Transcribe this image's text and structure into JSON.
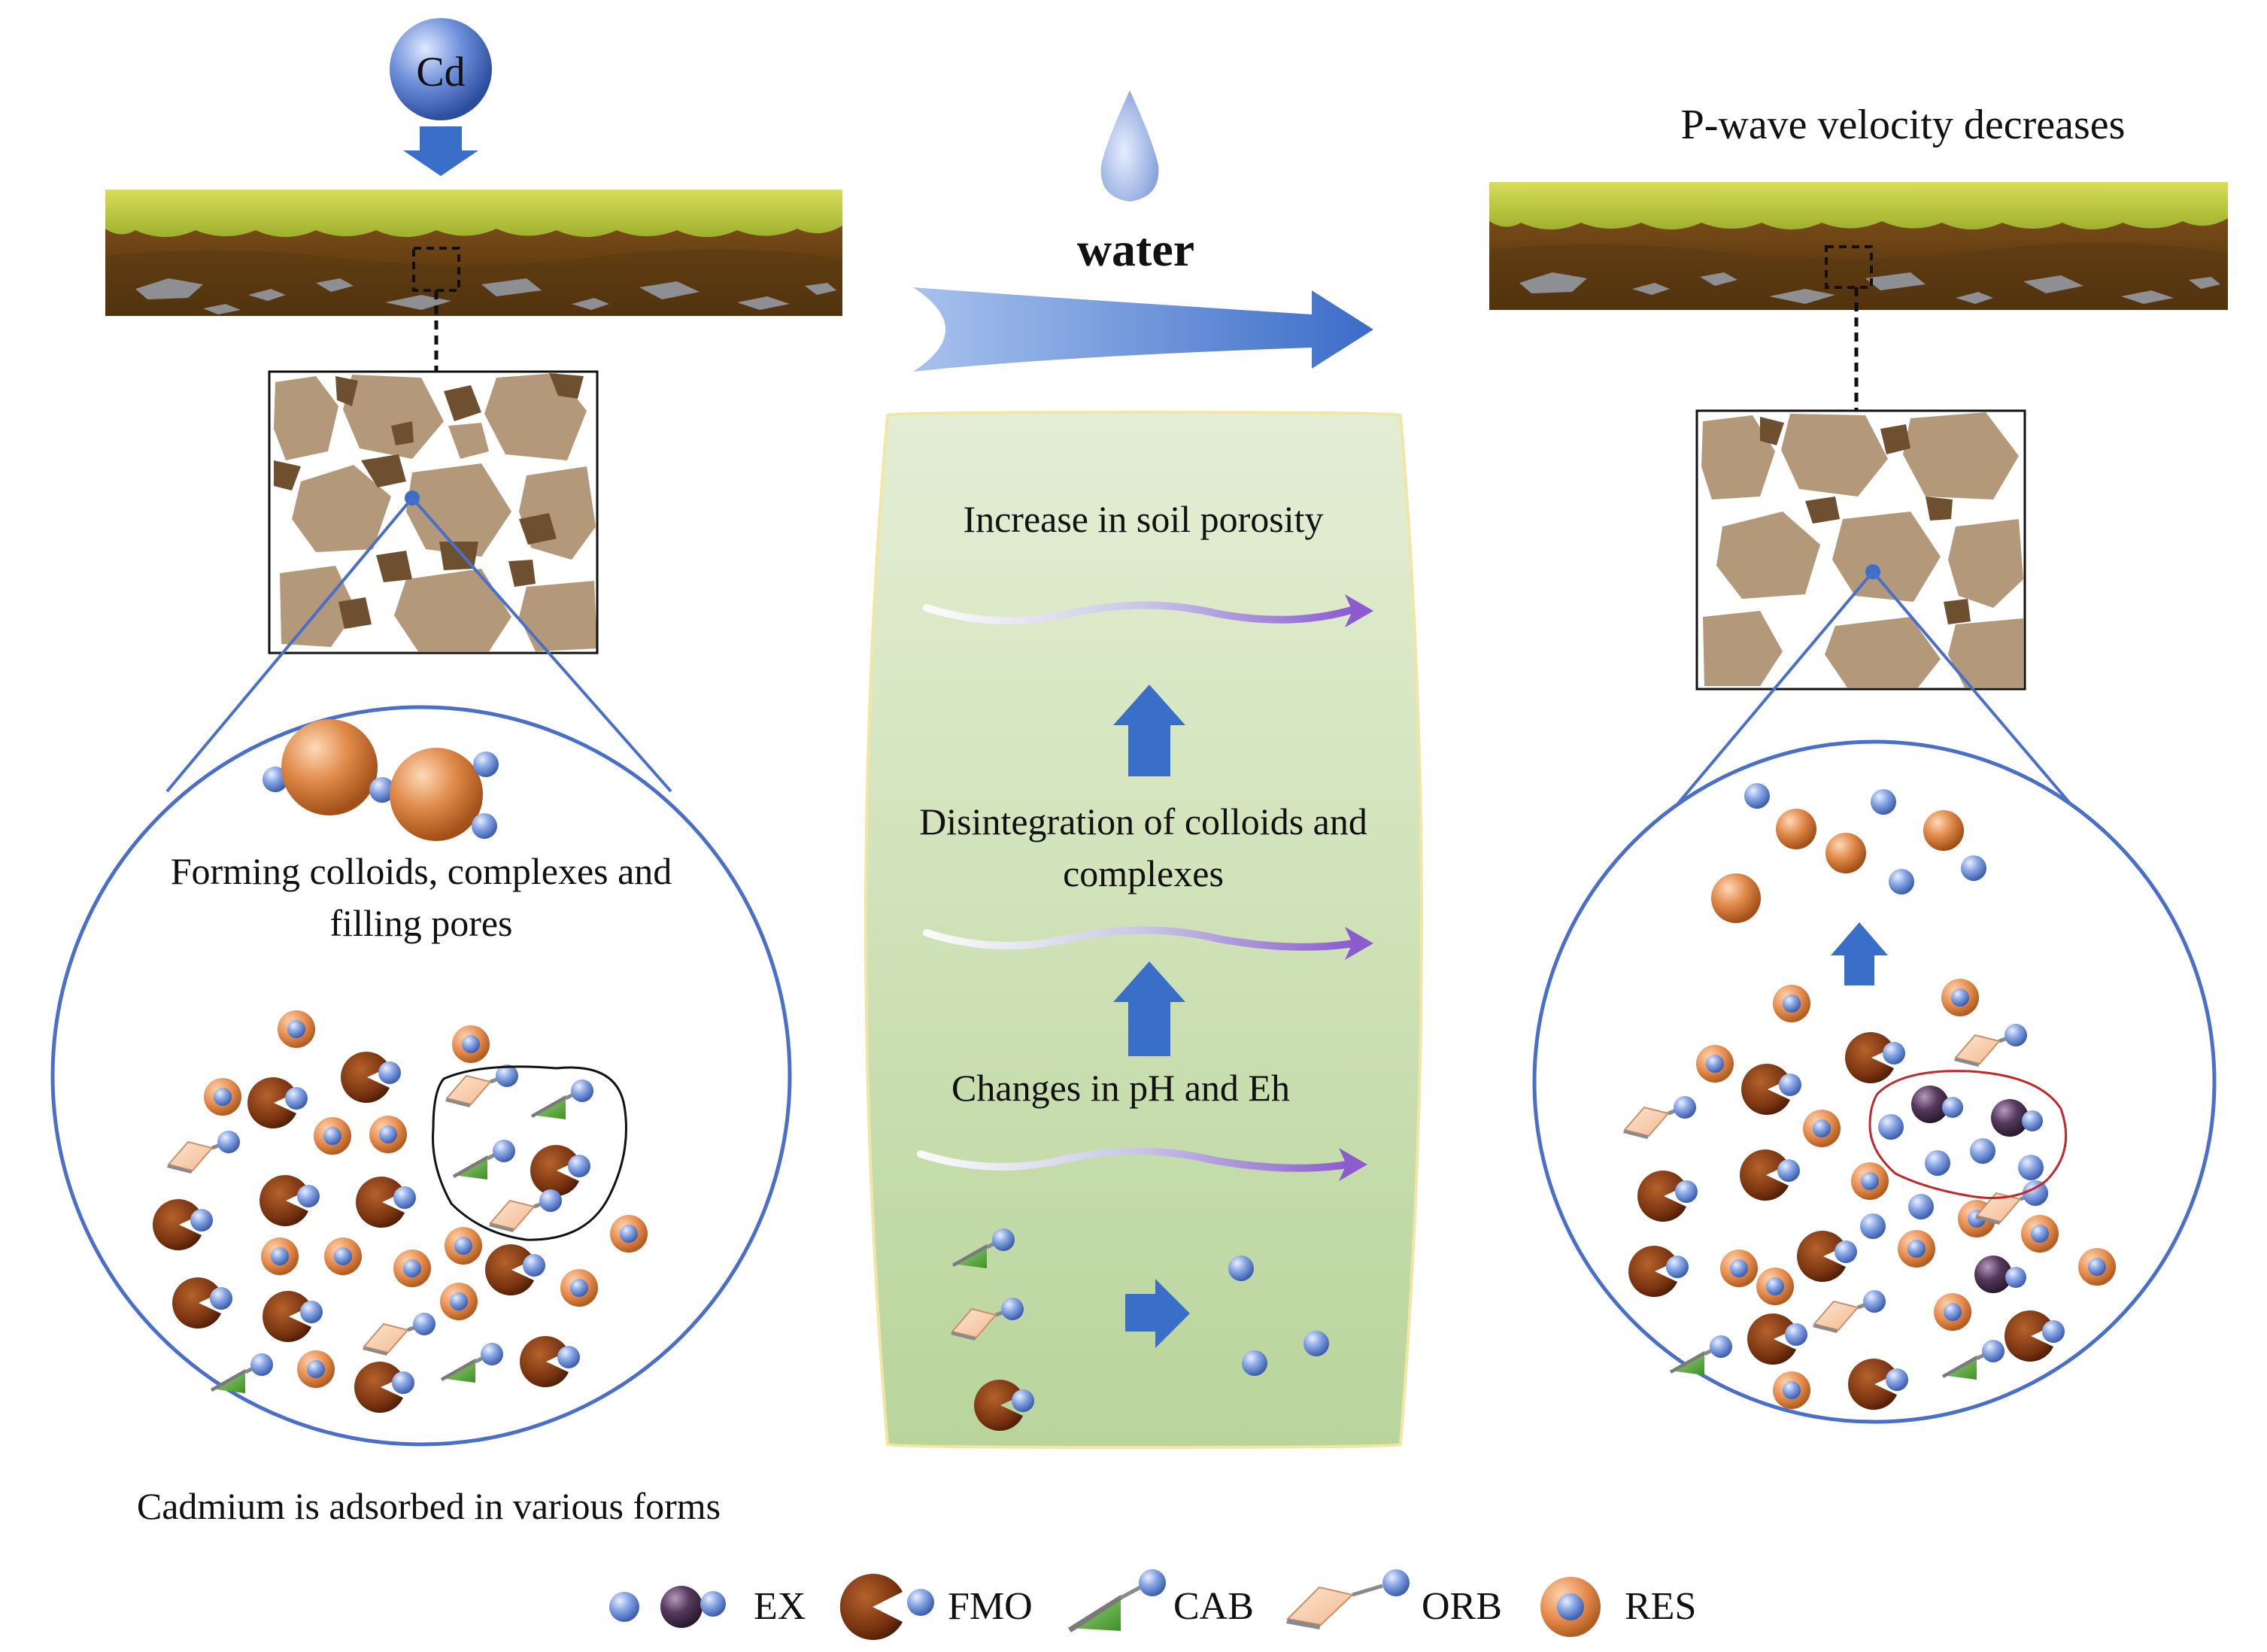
{
  "labels": {
    "cd": "Cd",
    "water": "water",
    "p_wave": "P-wave velocity decreases",
    "forming_line1": "Forming colloids, complexes and",
    "forming_line2": "filling pores",
    "cadmium_adsorbed": "Cadmium is adsorbed in various forms",
    "porosity": "Increase in soil porosity",
    "disintegration_line1": "Disintegration of colloids and",
    "disintegration_line2": "complexes",
    "ph_eh": "Changes in pH and Eh"
  },
  "legend": [
    {
      "key": "ex",
      "label": "EX"
    },
    {
      "key": "fmo",
      "label": "FMO"
    },
    {
      "key": "cab",
      "label": "CAB"
    },
    {
      "key": "orb",
      "label": "ORB"
    },
    {
      "key": "res",
      "label": "RES"
    }
  ],
  "colors": {
    "ion_blue": "#7f9ee0",
    "copper": "#d9813f",
    "fmo_brown": "#7a3410",
    "cab_green": "#5aab3c",
    "orb_peach": "#f6c9a6",
    "ex_purple": "#4b3550",
    "soil_brown": "#6e4a1a",
    "grass": "#c9d24a",
    "grain_tan": "#b4987a",
    "grain_dark": "#6e5030",
    "arrow_blue": "#3a6fc9",
    "circle_blue": "#4a6fc9",
    "panel_green": "#c8ddb1"
  }
}
